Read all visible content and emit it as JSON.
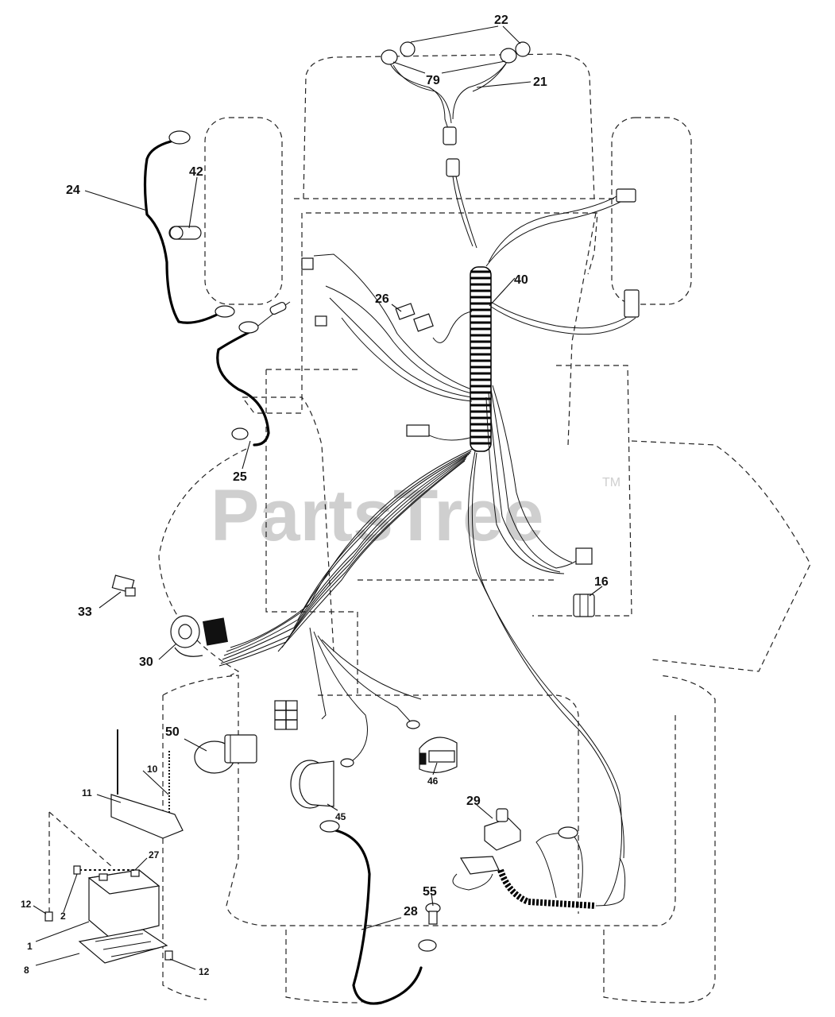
{
  "watermark": {
    "brand": "PartsTree",
    "trademark": "TM"
  },
  "callouts": [
    {
      "id": "22",
      "label": "22"
    },
    {
      "id": "79",
      "label": "79"
    },
    {
      "id": "21",
      "label": "21"
    },
    {
      "id": "24",
      "label": "24"
    },
    {
      "id": "42",
      "label": "42"
    },
    {
      "id": "40",
      "label": "40"
    },
    {
      "id": "26",
      "label": "26"
    },
    {
      "id": "25",
      "label": "25"
    },
    {
      "id": "16",
      "label": "16"
    },
    {
      "id": "33",
      "label": "33"
    },
    {
      "id": "30",
      "label": "30"
    },
    {
      "id": "50",
      "label": "50"
    },
    {
      "id": "10",
      "label": "10"
    },
    {
      "id": "11",
      "label": "11"
    },
    {
      "id": "46",
      "label": "46"
    },
    {
      "id": "45",
      "label": "45"
    },
    {
      "id": "29",
      "label": "29"
    },
    {
      "id": "27",
      "label": "27"
    },
    {
      "id": "12a",
      "label": "12"
    },
    {
      "id": "2",
      "label": "2"
    },
    {
      "id": "1",
      "label": "1"
    },
    {
      "id": "8",
      "label": "8"
    },
    {
      "id": "55",
      "label": "55"
    },
    {
      "id": "28",
      "label": "28"
    },
    {
      "id": "12b",
      "label": "12"
    }
  ]
}
